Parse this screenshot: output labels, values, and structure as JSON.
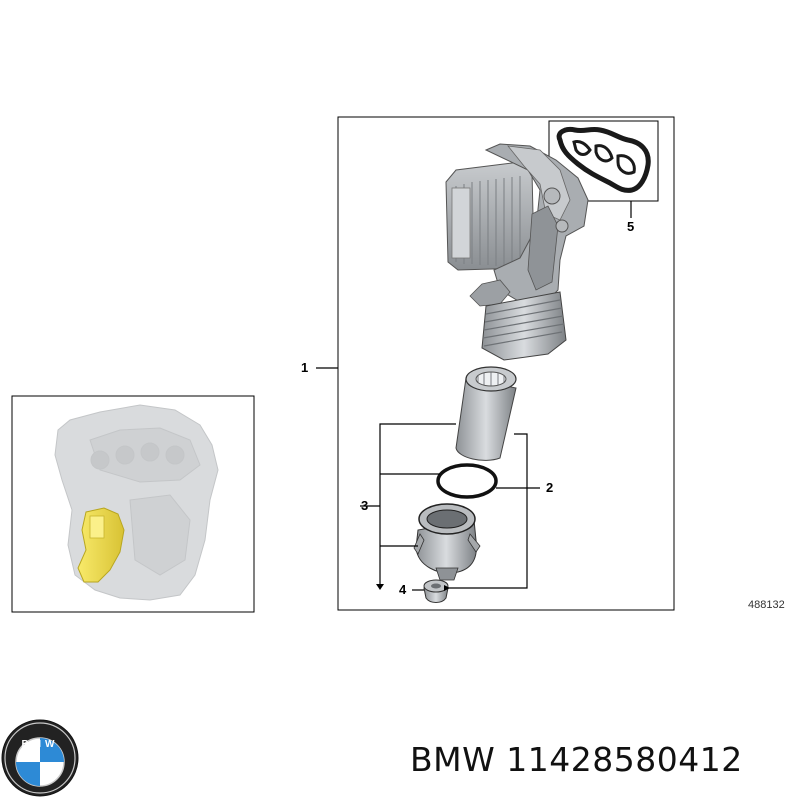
{
  "callouts": {
    "item_1": "1",
    "item_2": "2",
    "item_3": "3",
    "item_4": "4",
    "item_5": "5"
  },
  "diagram_number": "488132",
  "part": {
    "brand": "BMW",
    "number": "11428580412"
  },
  "logo": {
    "lettering": "BMW"
  },
  "colors": {
    "highlight": "#f3e04a",
    "engine_grey": "#d4d6d8",
    "part_grey": "#b9bcbf",
    "line": "#000000"
  }
}
